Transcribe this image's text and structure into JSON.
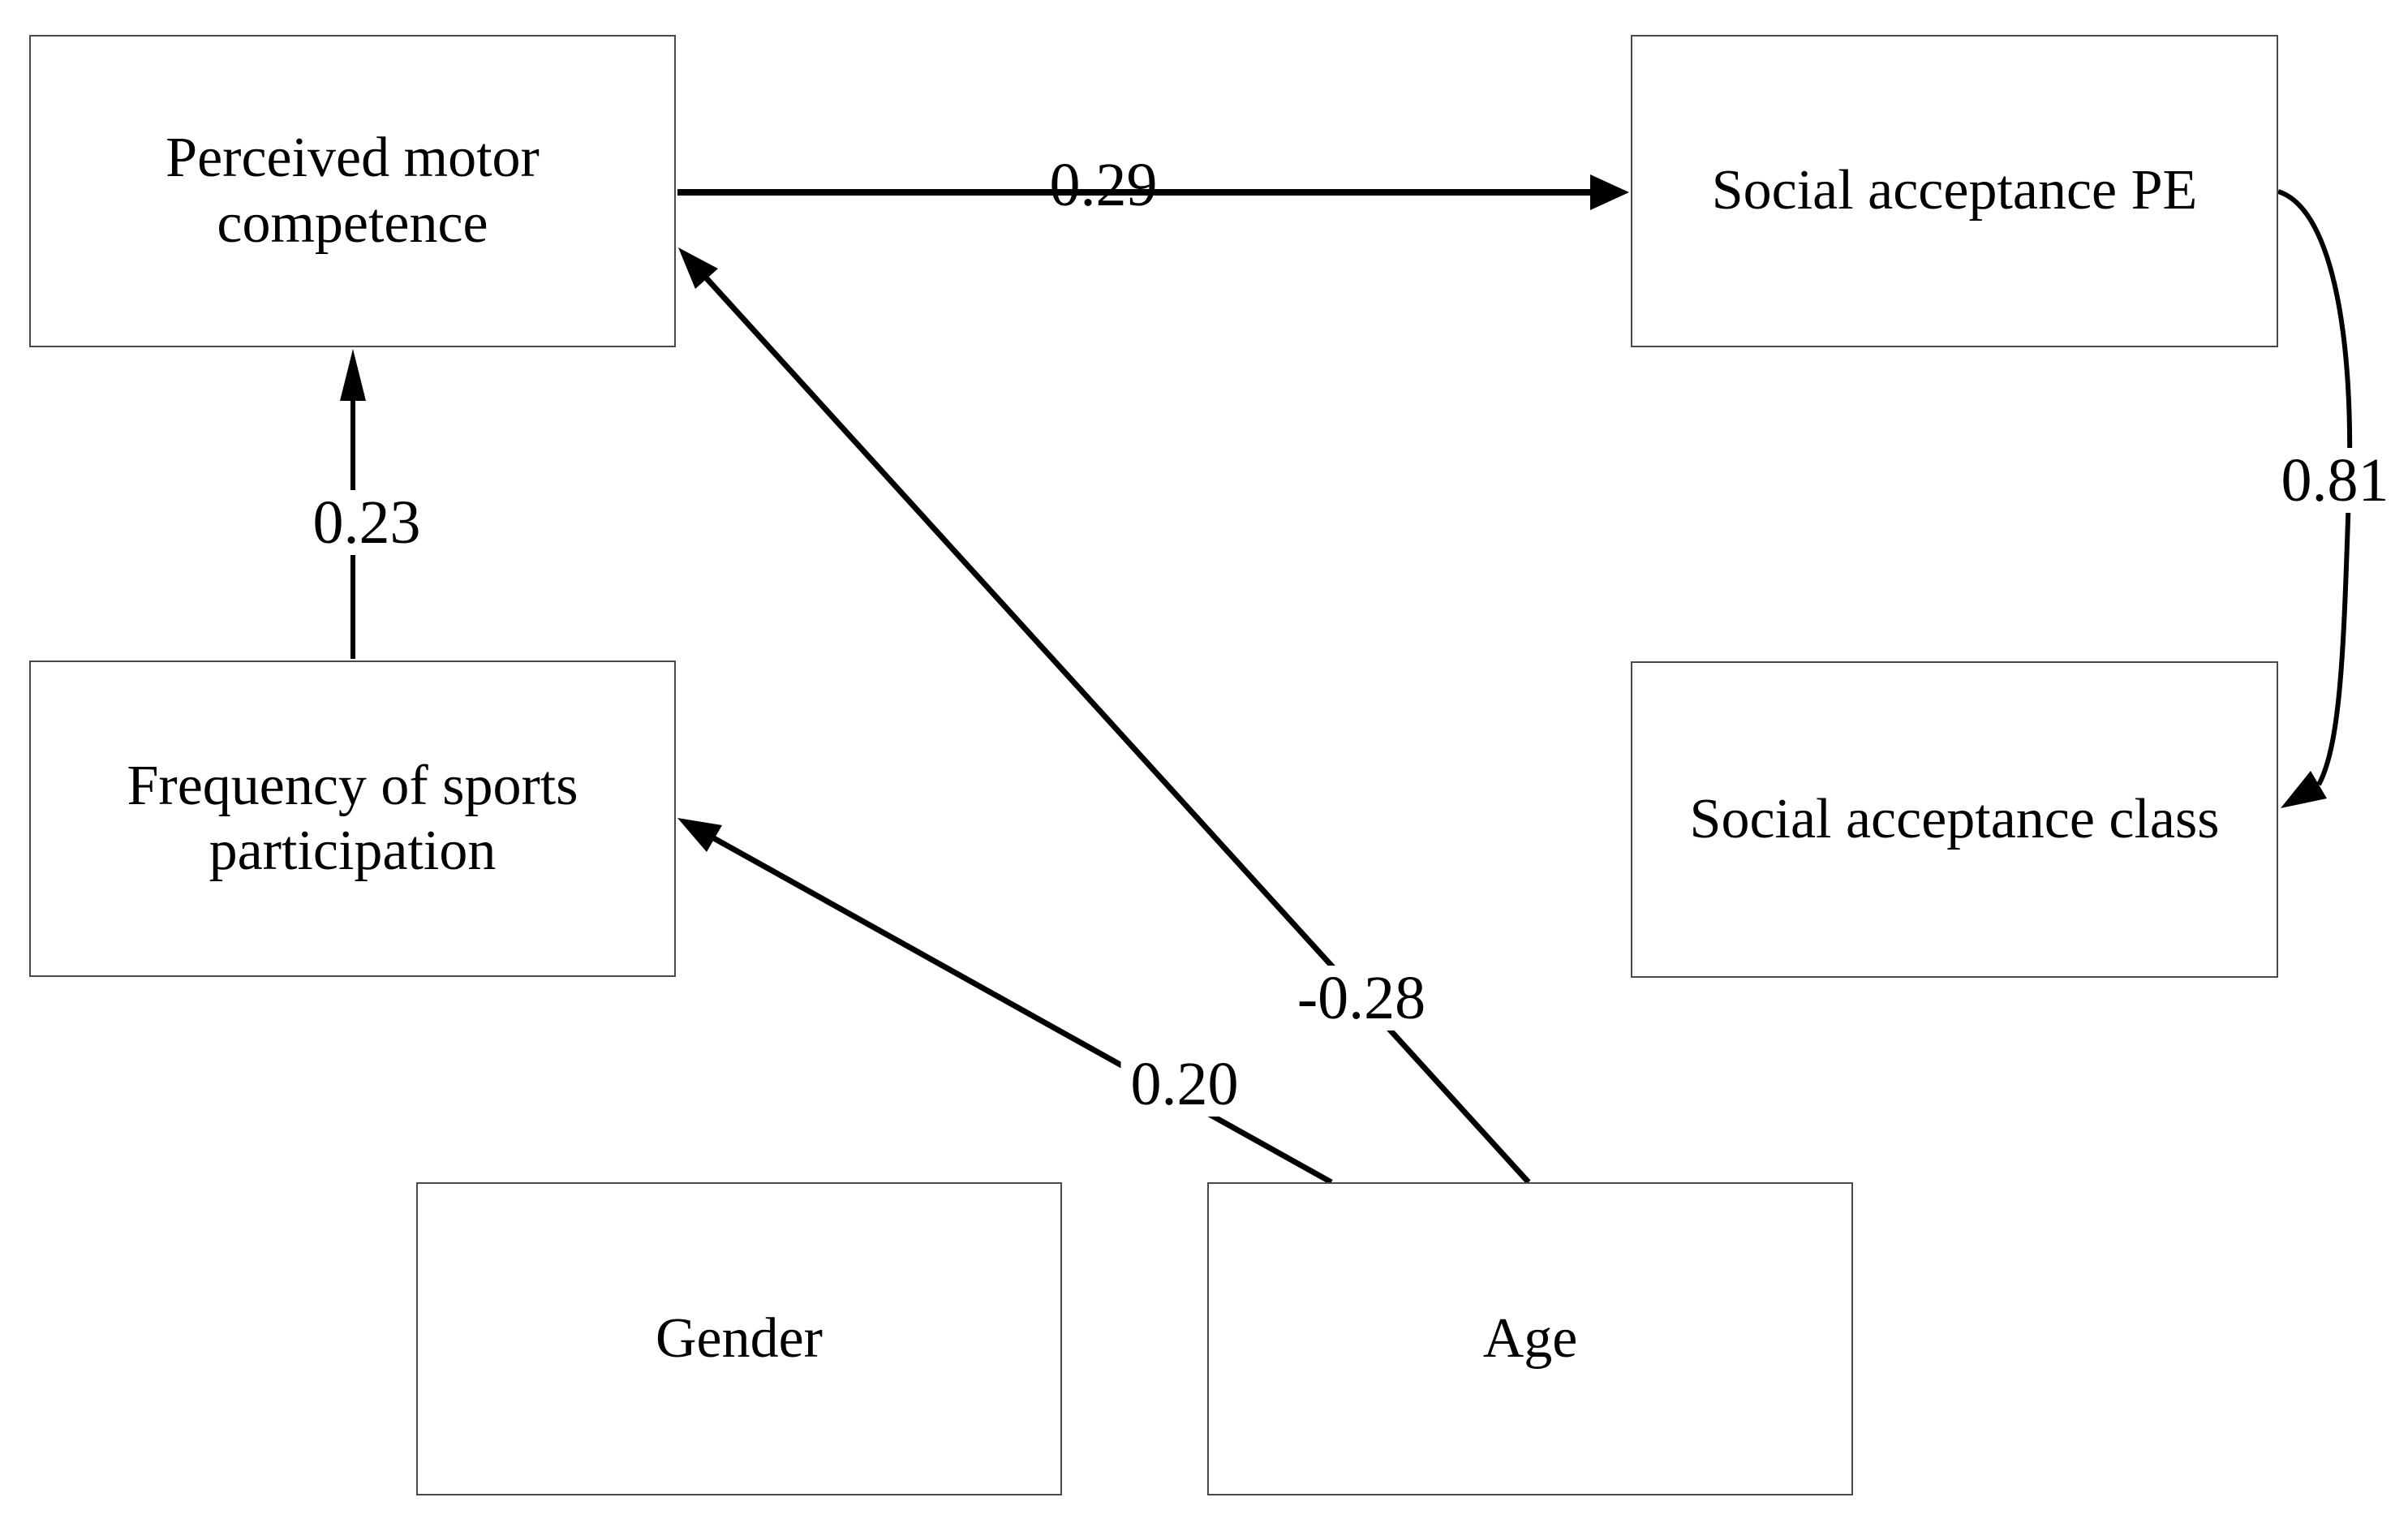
{
  "background": "#ffffff",
  "colors": {
    "box_border": "#4a4a4a",
    "line": "#000000",
    "text": "#000000"
  },
  "nodes": {
    "pmc": {
      "label": "Perceived motor competence"
    },
    "pe": {
      "label": "Social acceptance PE"
    },
    "freq": {
      "label": "Frequency of sports participation"
    },
    "cls": {
      "label": "Social acceptance class"
    },
    "gender": {
      "label": "Gender"
    },
    "age": {
      "label": "Age"
    }
  },
  "edges": {
    "pmc_pe": {
      "from": "Perceived motor competence",
      "to": "Social acceptance PE",
      "coefficient": "0.29"
    },
    "freq_pmc": {
      "from": "Frequency of sports participation",
      "to": "Perceived motor competence",
      "coefficient": "0.23"
    },
    "pe_cls": {
      "from": "Social acceptance PE",
      "to": "Social acceptance class",
      "coefficient": "0.81"
    },
    "age_pmc": {
      "from": "Age",
      "to": "Perceived motor competence",
      "coefficient": "-0.28"
    },
    "age_freq": {
      "from": "Age",
      "to": "Frequency of sports participation",
      "coefficient": "0.20"
    }
  }
}
